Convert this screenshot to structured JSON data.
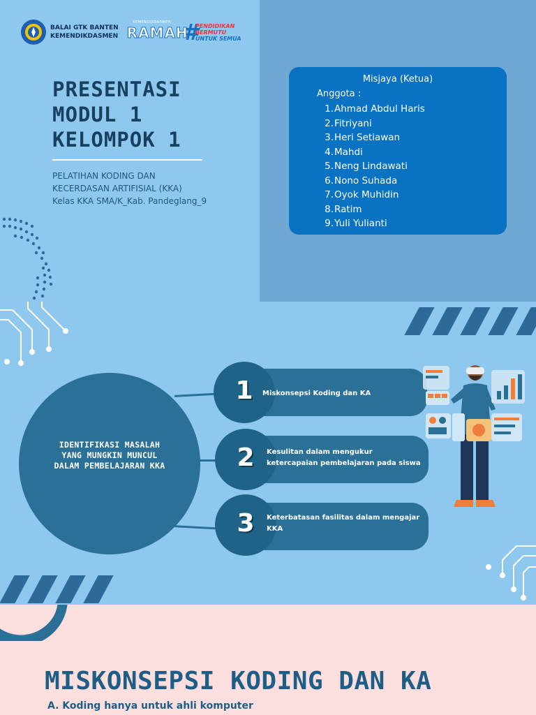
{
  "header": {
    "org_line1": "BALAI GTK BANTEN",
    "org_line2": "KEMENDIKDASMEN",
    "ramah_tagline": "KEMENDIKDASMEN",
    "ramah_word": "RAMAH",
    "hashtag_line1": "PENDIDIKAN",
    "hashtag_line2": "BERMUTU",
    "hashtag_line3": "UNTUK SEMUA"
  },
  "slide1": {
    "title_line1": "PRESENTASI",
    "title_line2": "MODUL 1",
    "title_line3": "KELOMPOK 1",
    "subtitle_line1": "PELATIHAN KODING DAN",
    "subtitle_line2": "KECERDASAN ARTIFISIAL (KKA)",
    "subtitle_line3": "Kelas KKA SMA/K_Kab. Pandeglang_9",
    "leader": "Misjaya (Ketua)",
    "members_label": "Anggota :",
    "members": [
      {
        "num": "1.",
        "name": "Ahmad Abdul Haris"
      },
      {
        "num": "2.",
        "name": "Fitriyani"
      },
      {
        "num": "3.",
        "name": "Heri Setiawan"
      },
      {
        "num": "4.",
        "name": "Mahdi"
      },
      {
        "num": "5.",
        "name": "Neng Lindawati"
      },
      {
        "num": "6.",
        "name": "Nono Suhada"
      },
      {
        "num": "7.",
        "name": "Oyok Muhidin"
      },
      {
        "num": "8.",
        "name": "Ratim"
      },
      {
        "num": "9.",
        "name": "Yuli Yulianti"
      }
    ]
  },
  "slide2": {
    "circle_line1": "IDENTIFIKASI MASALAH",
    "circle_line2": "YANG MUNGKIN MUNCUL",
    "circle_line3": "DALAM PEMBELAJARAN KKA",
    "items": [
      {
        "number": "1",
        "line1": "Miskonsepsi Koding dan KA",
        "line2": ""
      },
      {
        "number": "2",
        "line1": "Kesulitan dalam mengukur",
        "line2": "ketercapaian pembelajaran pada siswa"
      },
      {
        "number": "3",
        "line1": "Keterbatasan fasilitas dalam mengajar",
        "line2": "KKA"
      }
    ]
  },
  "slide3": {
    "title": "MISKONSEPSI KODING DAN KA",
    "point": "A. Koding hanya untuk ahli komputer"
  },
  "colors": {
    "sky": "#8ec8ef",
    "panel": "#6fa8d3",
    "card": "#0a72c3",
    "teal": "#2b7097",
    "navy_text": "#17405f",
    "pink": "#fbdede"
  }
}
